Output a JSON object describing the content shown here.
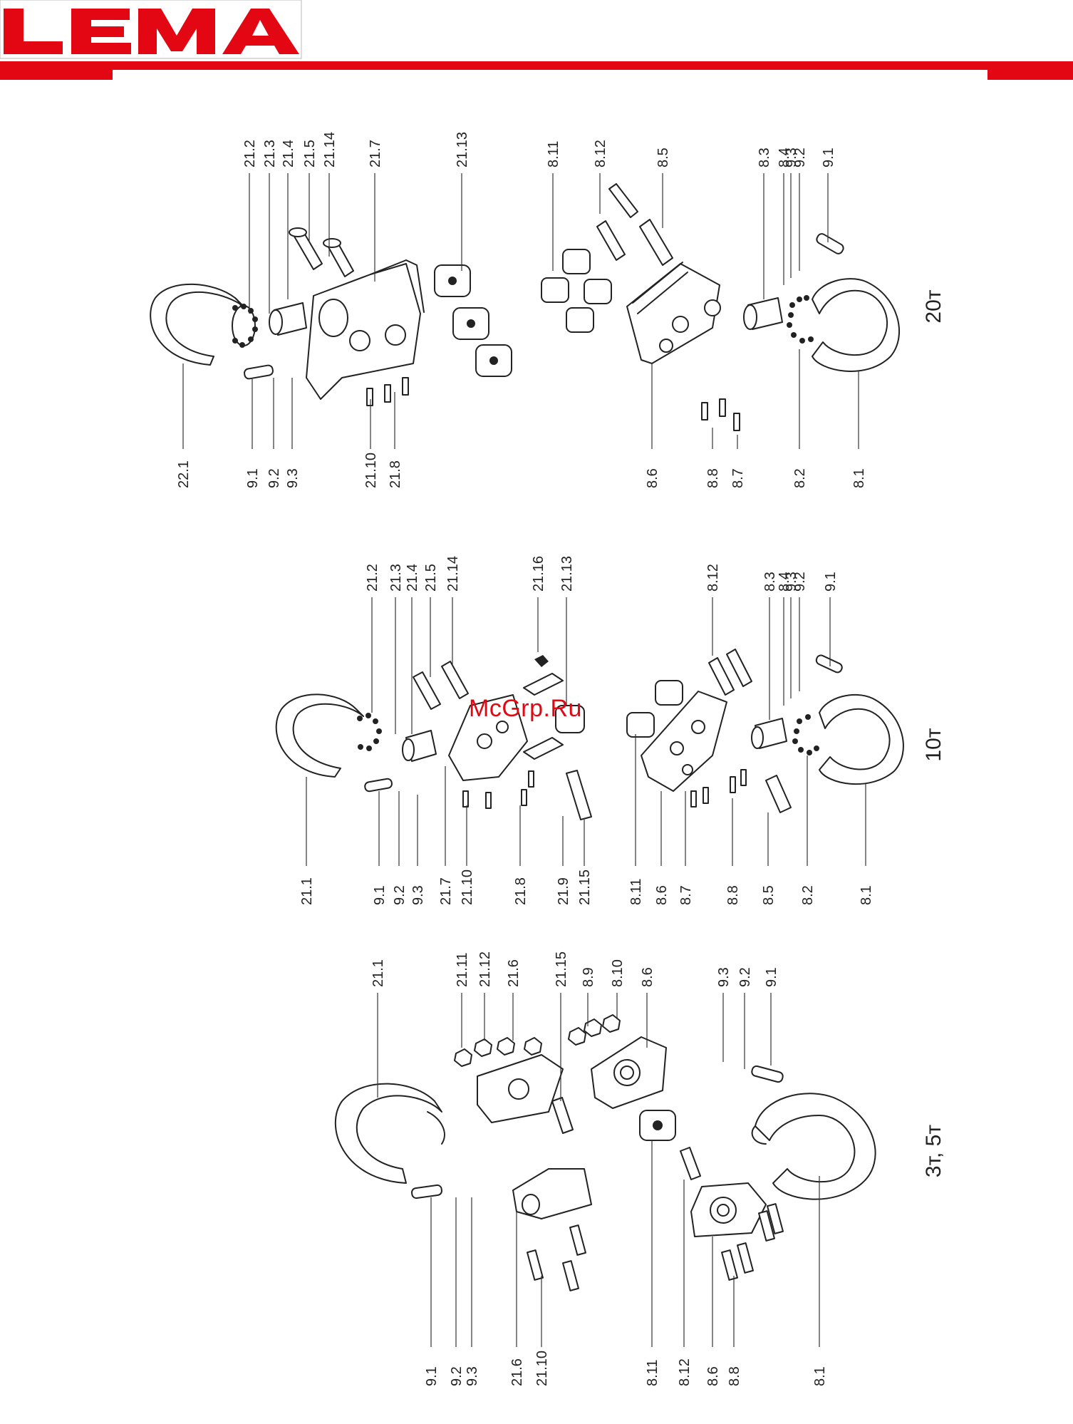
{
  "brand": {
    "logo_text": "LEMA",
    "accent_color": "#e30613"
  },
  "watermark": "McGrp.Ru",
  "diagrams": [
    {
      "size_label": "20т",
      "labels_top": [
        "21.2",
        "21.3",
        "21.4",
        "21.5",
        "21.14",
        "21.7",
        "21.13",
        "8.11",
        "8.12",
        "8.5",
        "8.3",
        "8.4",
        "9.3",
        "9.2",
        "9.1"
      ],
      "labels_bottom": [
        "22.1",
        "9.1",
        "9.2",
        "9.3",
        "21.10",
        "21.8",
        "8.6",
        "8.8",
        "8.7",
        "8.2",
        "8.1"
      ]
    },
    {
      "size_label": "10т",
      "labels_top": [
        "21.2",
        "21.3",
        "21.4",
        "21.5",
        "21.14",
        "21.16",
        "21.13",
        "8.12",
        "8.3",
        "8.4",
        "9.3",
        "9.2",
        "9.1"
      ],
      "labels_bottom": [
        "21.1",
        "9.1",
        "9.2",
        "9.3",
        "21.7",
        "21.10",
        "21.8",
        "21.9",
        "21.15",
        "8.11",
        "8.6",
        "8.7",
        "8.8",
        "8.5",
        "8.2",
        "8.1"
      ]
    },
    {
      "size_label": "3т, 5т",
      "labels_top": [
        "21.1",
        "21.11",
        "21.12",
        "21.6",
        "21.15",
        "8.9",
        "8.10",
        "8.6",
        "9.3",
        "9.2",
        "9.1"
      ],
      "labels_bottom": [
        "9.1",
        "9.2",
        "9.3",
        "21.6",
        "21.10",
        "8.11",
        "8.12",
        "8.6",
        "8.8",
        "8.1"
      ]
    }
  ]
}
